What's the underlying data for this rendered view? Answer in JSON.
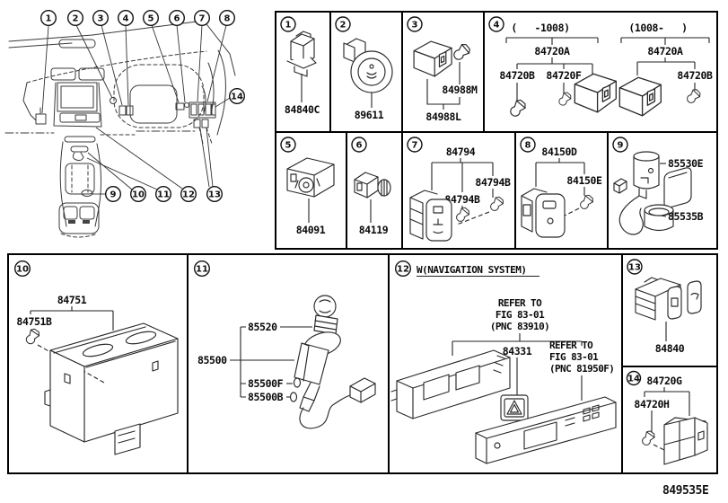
{
  "doc": {
    "figure_code": "849535E"
  },
  "overview": {
    "callouts": [
      "1",
      "2",
      "3",
      "4",
      "5",
      "6",
      "7",
      "8",
      "9",
      "10",
      "11",
      "12",
      "13",
      "14"
    ]
  },
  "cells": {
    "c1": {
      "num": "1",
      "label": "84840C"
    },
    "c2": {
      "num": "2",
      "label": "89611"
    },
    "c3": {
      "num": "3",
      "bulb_label": "84988M",
      "label": "84988L"
    },
    "c4": {
      "num": "4",
      "left": {
        "range": "(   -1008)",
        "assy": "84720A",
        "bulb": "84720B",
        "screw": "84720F"
      },
      "right": {
        "range": "(1008-   )",
        "assy": "84720A",
        "bulb": "84720B"
      }
    },
    "c5": {
      "num": "5",
      "label": "84091"
    },
    "c6": {
      "num": "6",
      "label": "84119"
    },
    "c7": {
      "num": "7",
      "label": "84794",
      "bulb1": "84794B",
      "bulb2": "84794B"
    },
    "c8": {
      "num": "8",
      "label": "84150D",
      "bulb": "84150E"
    },
    "c9": {
      "num": "9",
      "socket": "85530E",
      "cover": "85535B"
    },
    "c10": {
      "num": "10",
      "label": "84751",
      "screw": "84751B"
    },
    "c11": {
      "num": "11",
      "assy": "85500",
      "plug": "85520",
      "retainer": "85500F",
      "terminal": "85500B"
    },
    "c12": {
      "num": "12",
      "header": "W(NAVIGATION SYSTEM)",
      "refer1": {
        "l1": "REFER TO",
        "l2": "FIG 83-01",
        "l3": "(PNC 83910)"
      },
      "label": "84331",
      "refer2": {
        "l1": "REFER TO",
        "l2": "FIG 83-01",
        "l3": "(PNC 81950F)"
      }
    },
    "c13": {
      "num": "13",
      "label": "84840"
    },
    "c14": {
      "num": "14",
      "label": "84720G",
      "bulb": "84720H"
    }
  }
}
